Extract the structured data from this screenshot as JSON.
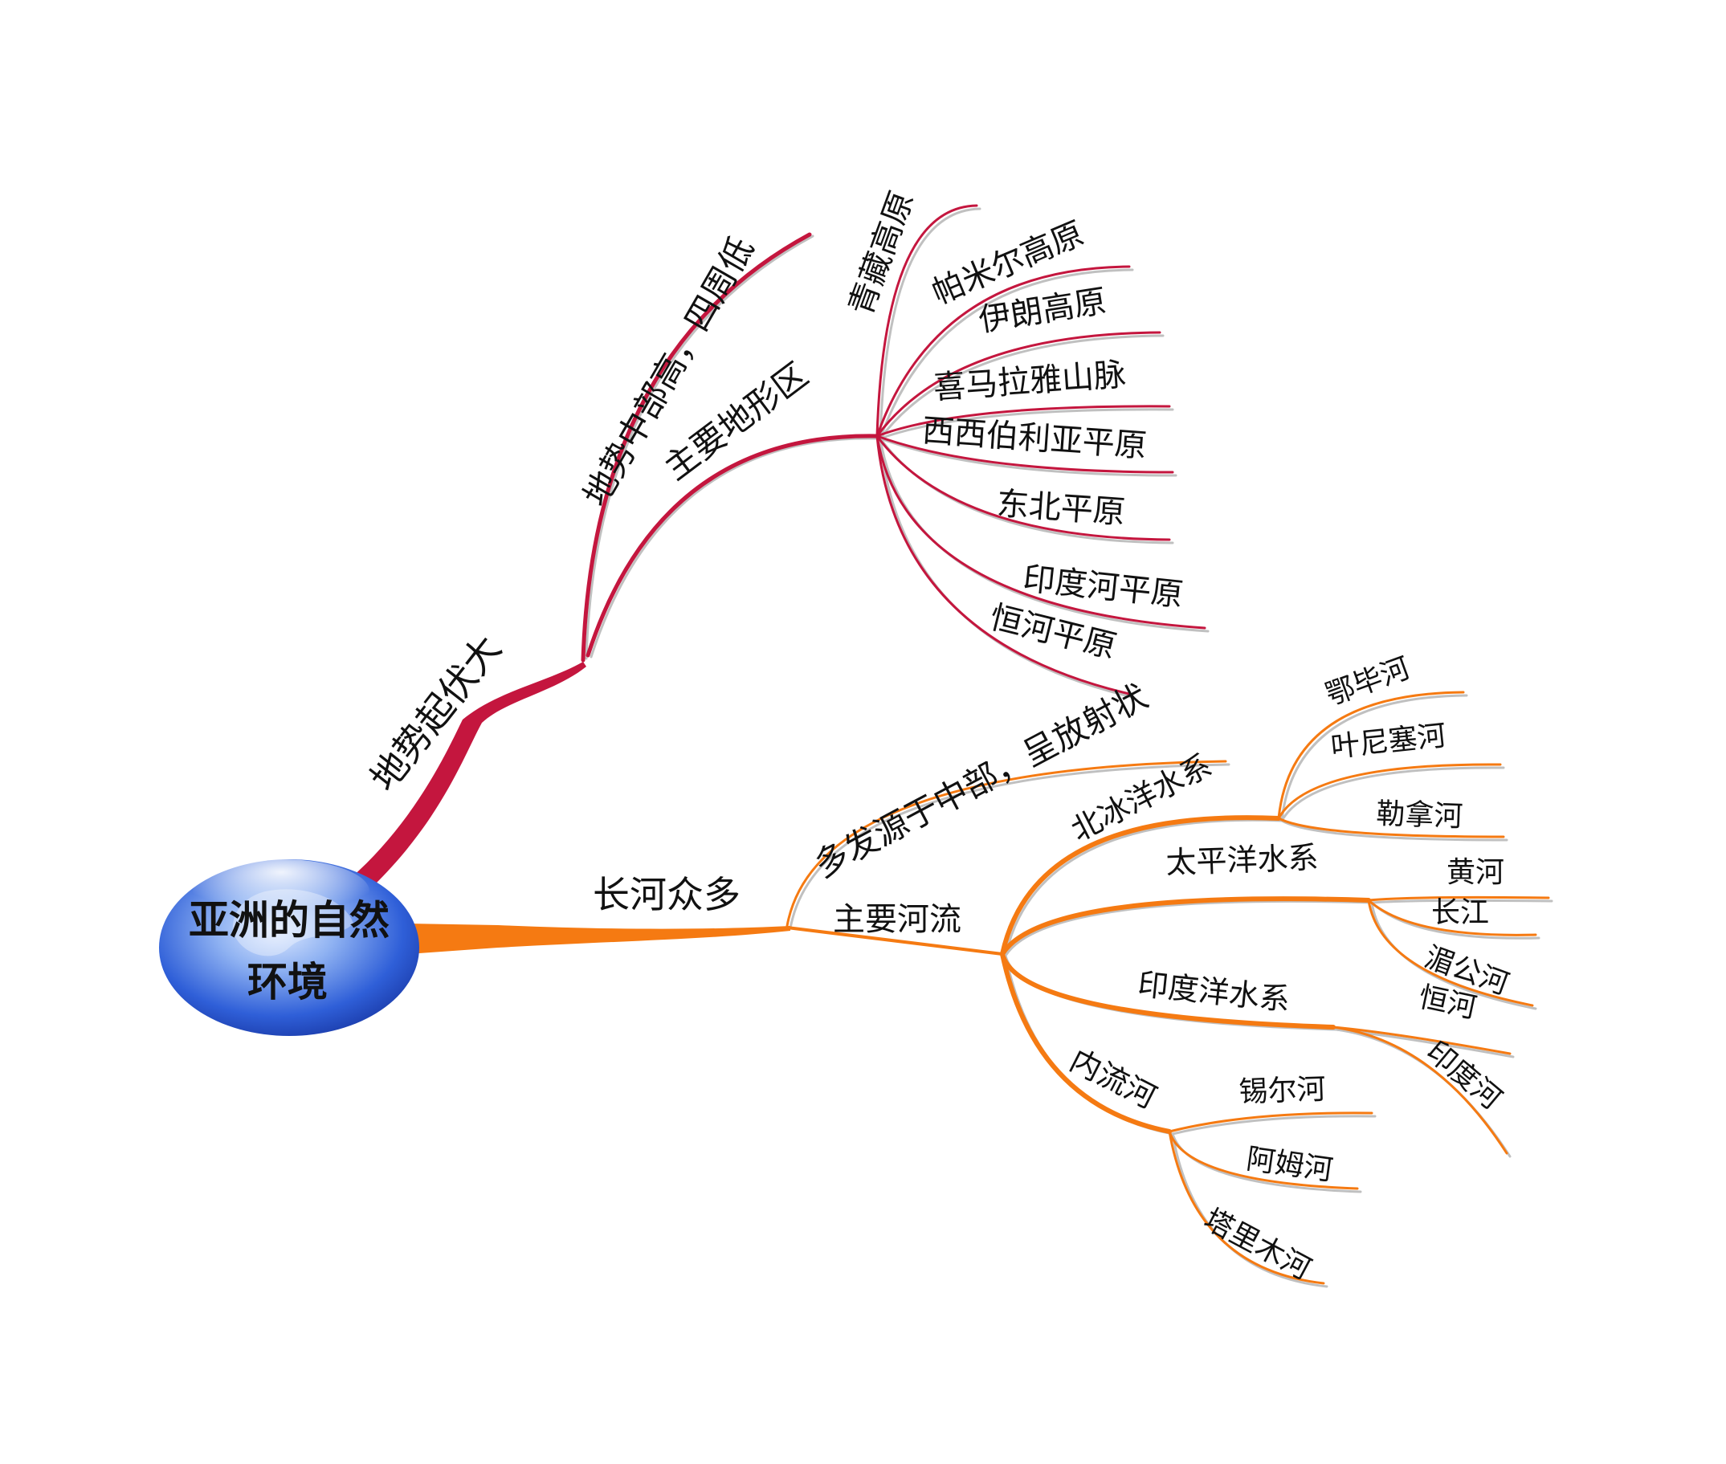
{
  "center": {
    "line1": "亚洲的自然",
    "line2": "环境"
  },
  "colors": {
    "terrain": "#c4163e",
    "rivers": "#f57a12",
    "shadow": "#b8b8b8",
    "globe": "#2f5fd8"
  },
  "terrain": {
    "main": "地势起伏大",
    "feature": "地势中部高，四周低",
    "regions_label": "主要地形区",
    "regions": {
      "qinghai_tibet": "青藏高原",
      "pamir": "帕米尔高原",
      "iran": "伊朗高原",
      "himalaya": "喜马拉雅山脉",
      "west_siberia": "西西伯利亚平原",
      "northeast": "东北平原",
      "indus": "印度河平原",
      "ganges": "恒河平原"
    }
  },
  "rivers": {
    "main": "长河众多",
    "feature": "多发源于中部，呈放射状",
    "major_label": "主要河流",
    "arctic": {
      "label": "北冰洋水系",
      "ob": "鄂毕河",
      "yenisei": "叶尼塞河",
      "lena": "勒拿河"
    },
    "pacific": {
      "label": "太平洋水系",
      "huanghe": "黄河",
      "changjiang": "长江",
      "mekong": "湄公河"
    },
    "indian": {
      "label": "印度洋水系",
      "ganges": "恒河",
      "indus": "印度河"
    },
    "inland": {
      "label": "内流河",
      "syr": "锡尔河",
      "amu": "阿姆河",
      "tarim": "塔里木河"
    }
  }
}
